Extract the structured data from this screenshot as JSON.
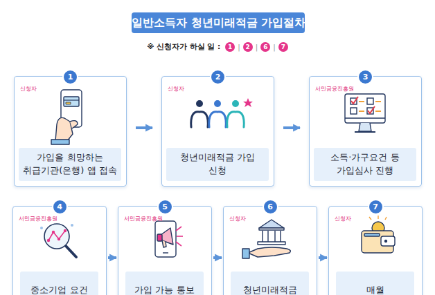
{
  "diagram": {
    "title": "일반소득자 청년미래적금 가입절차",
    "nodes": [
      {
        "text": [
          "1",
          "신청자"
        ]
      },
      {
        "text": [
          "가입을 희망하는 취급기관(은행) 앱 접속"
        ],
        "in": 0
      },
      {
        "text": [
          "2",
          "신청자"
        ]
      },
      {
        "text": [
          "청년미래적금 가입 신청"
        ],
        "in": 2
      },
      {
        "text": [
          "3",
          "서민금융진흥원"
        ]
      },
      {
        "text": [
          "소득·가구요건 등 가입심사 진행"
        ],
        "in": 4
      },
      {
        "text": [
          "4",
          "서민금융진흥원"
        ]
      },
      {
        "text": [
          "중소기업 요건"
        ],
        "in": 6
      },
      {
        "text": [
          "5",
          "서민금융진흥원"
        ]
      },
      {
        "text": [
          "가입 가능 통보"
        ],
        "in": 8
      },
      {
        "text": [
          "6",
          "신청자"
        ]
      },
      {
        "text": [
          "청년미래적금"
        ],
        "in": 10
      },
      {
        "text": [
          "7",
          "신청자"
        ]
      },
      {
        "text": [
          "매월"
        ],
        "in": 12
      }
    ],
    "edges": [
      {
        "from": 0,
        "to": 2,
        "arrow": "to"
      },
      {
        "from": 2,
        "to": 4,
        "arrow": "to"
      },
      {
        "from": 6,
        "to": 8,
        "arrow": "to"
      },
      {
        "from": 8,
        "to": 10,
        "arrow": "to"
      },
      {
        "from": 10,
        "to": 12,
        "arrow": "to"
      }
    ],
    "labels": [
      "※ 신청자가 하실 일 :",
      "1",
      "|",
      "2",
      "|",
      "6",
      "|",
      "7"
    ]
  }
}
